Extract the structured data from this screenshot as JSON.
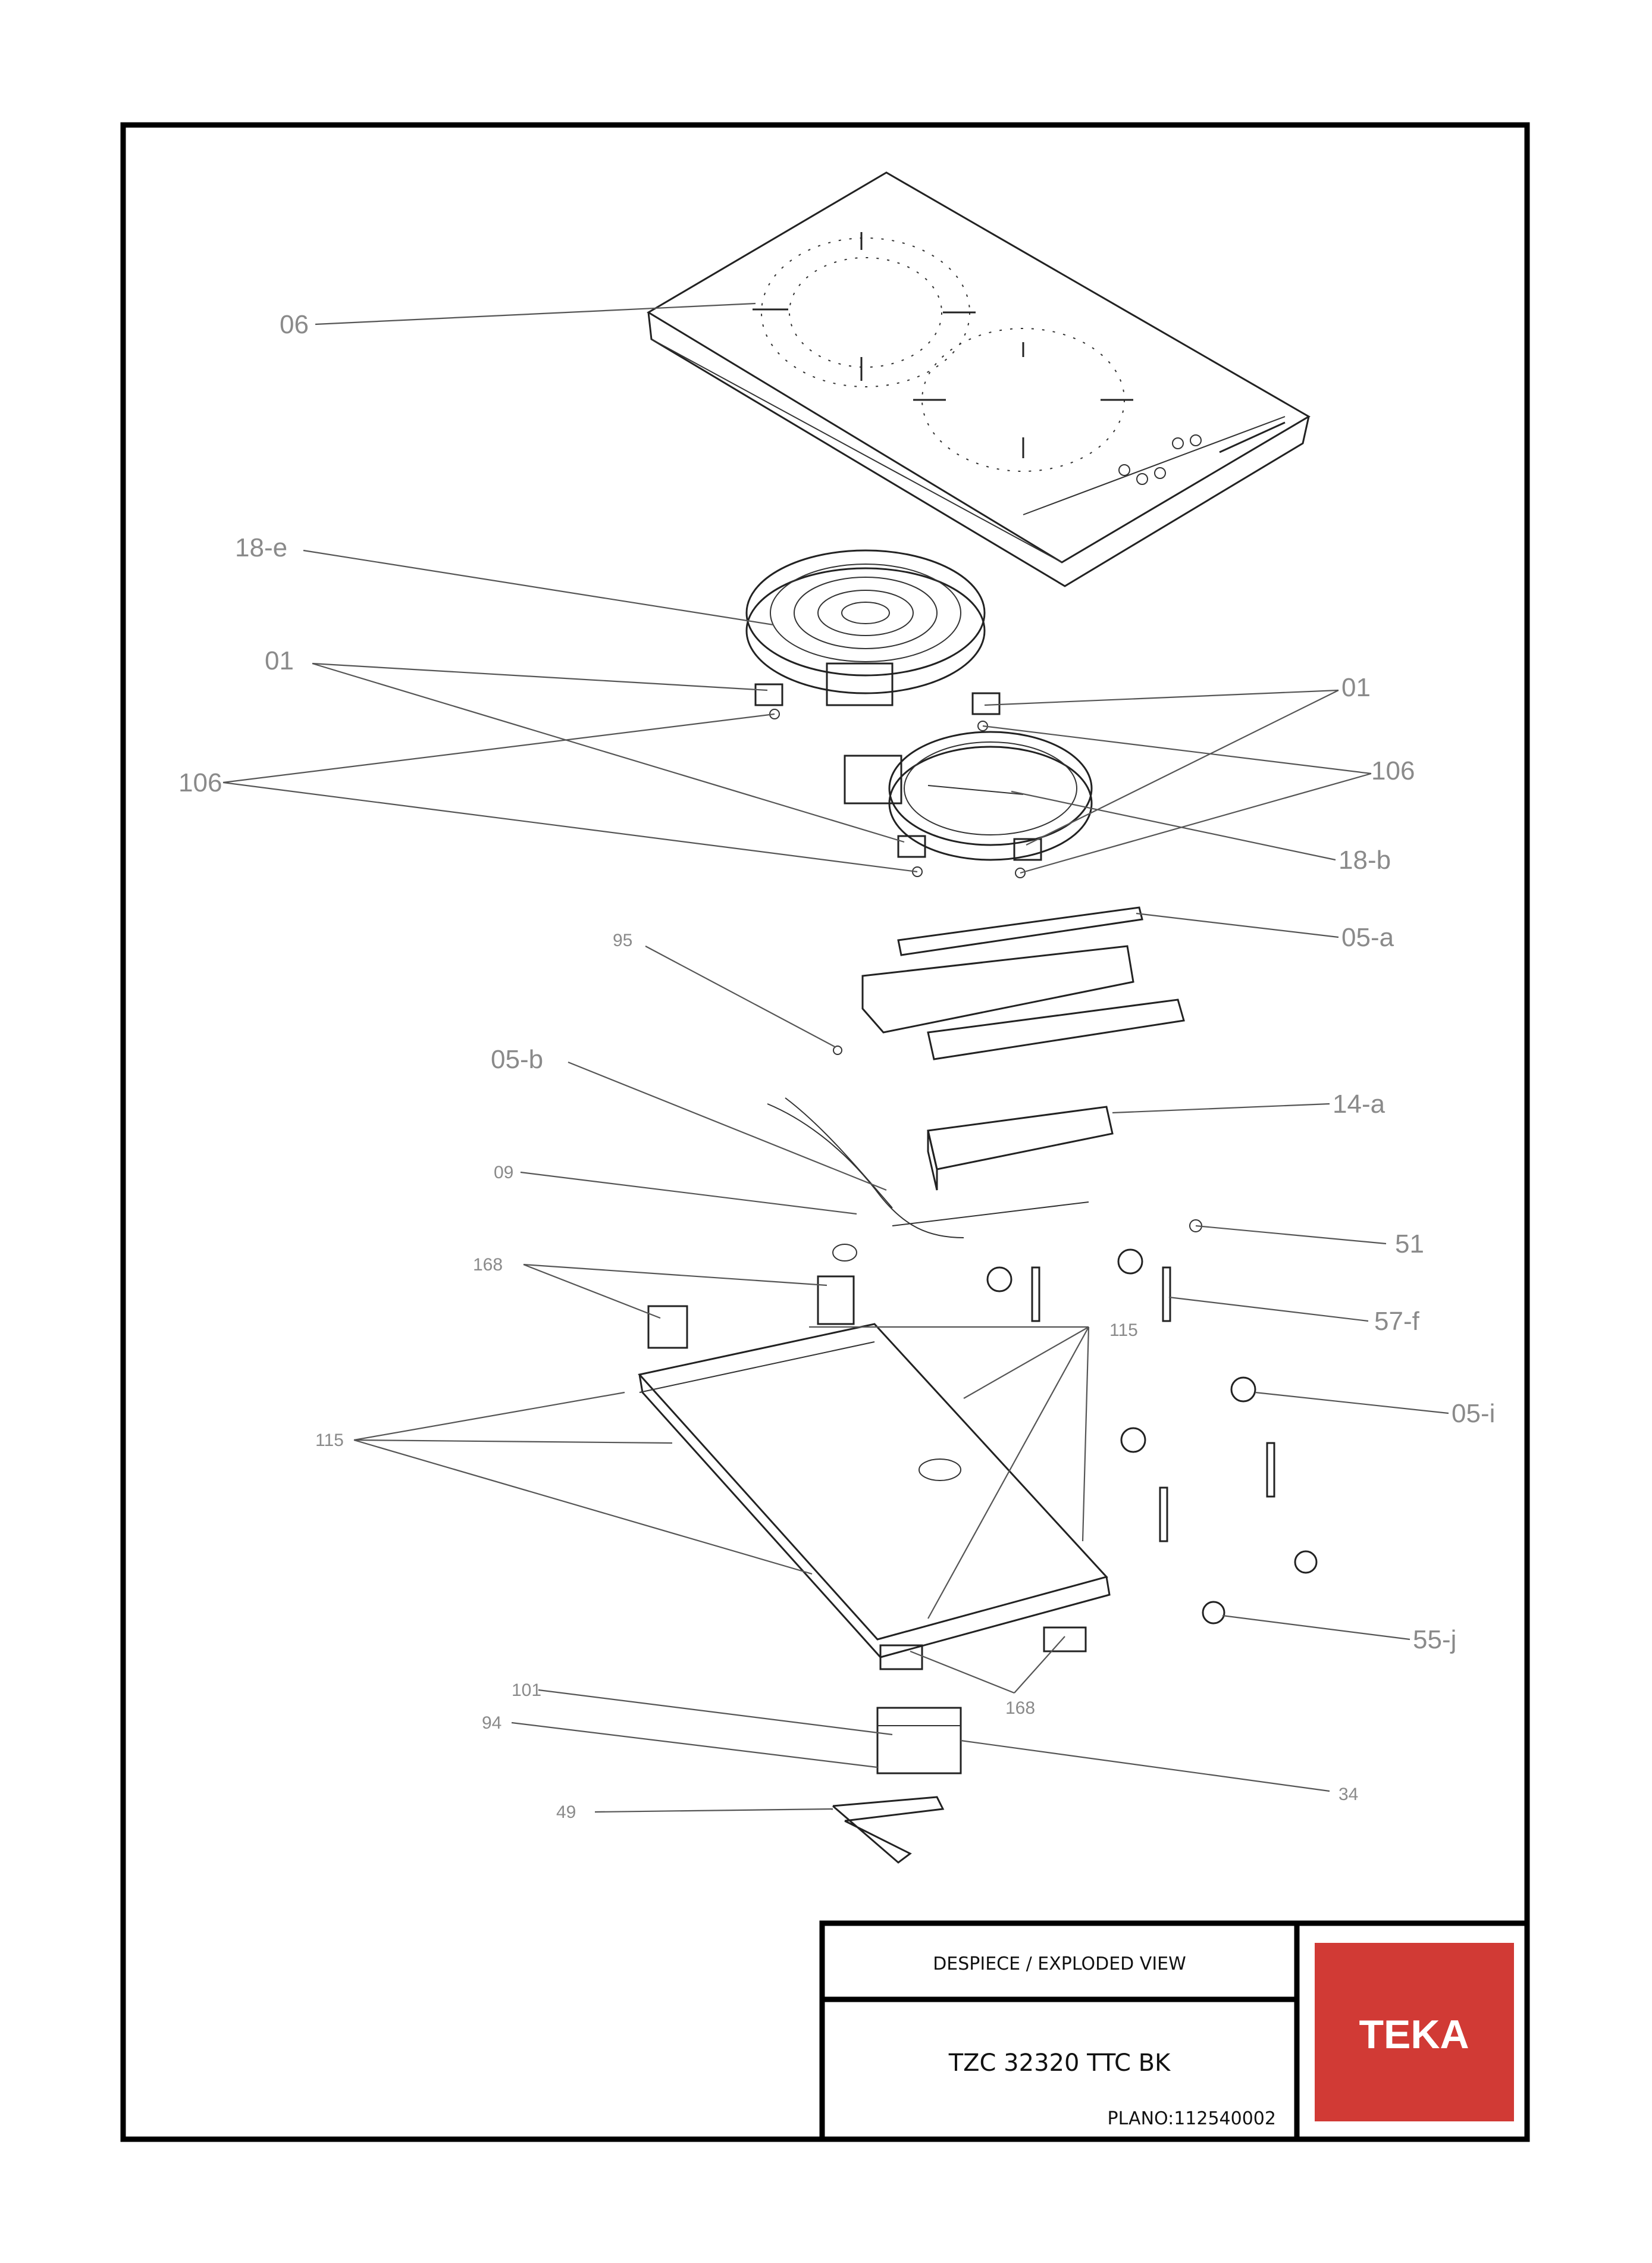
{
  "drawing": {
    "callouts": [
      {
        "id": "06",
        "text": "06"
      },
      {
        "id": "18-e",
        "text": "18-e"
      },
      {
        "id": "01-left",
        "text": "01"
      },
      {
        "id": "01-right",
        "text": "01"
      },
      {
        "id": "106-left",
        "text": "106"
      },
      {
        "id": "106-right",
        "text": "106"
      },
      {
        "id": "18-b",
        "text": "18-b"
      },
      {
        "id": "95",
        "text": "95"
      },
      {
        "id": "05-a",
        "text": "05-a"
      },
      {
        "id": "05-b",
        "text": "05-b"
      },
      {
        "id": "14-a",
        "text": "14-a"
      },
      {
        "id": "09",
        "text": "09"
      },
      {
        "id": "51",
        "text": "51"
      },
      {
        "id": "168-top",
        "text": "168"
      },
      {
        "id": "57-f",
        "text": "57-f"
      },
      {
        "id": "115-right",
        "text": "115"
      },
      {
        "id": "05-i",
        "text": "05-i"
      },
      {
        "id": "115-left",
        "text": "115"
      },
      {
        "id": "55-j",
        "text": "55-j"
      },
      {
        "id": "168-bottom",
        "text": "168"
      },
      {
        "id": "101",
        "text": "101"
      },
      {
        "id": "94",
        "text": "94"
      },
      {
        "id": "34",
        "text": "34"
      },
      {
        "id": "49",
        "text": "49"
      }
    ]
  },
  "title_block": {
    "title": "DESPIECE / EXPLODED VIEW",
    "model": "TZC 32320 TTC BK",
    "plan_label": "PLANO:",
    "plan_number": "112540002",
    "logo_text": "TEKA",
    "logo_color": "#d13a35"
  }
}
